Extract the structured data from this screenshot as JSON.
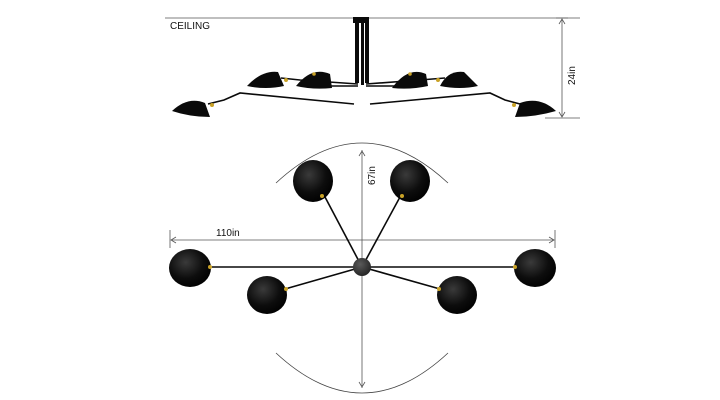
{
  "labels": {
    "ceiling": "CEILING",
    "height": "24in",
    "depth": "67in",
    "width": "110in"
  },
  "colors": {
    "fixture": "#0a0a0a",
    "brass": "#c9a227",
    "dimension_line": "#555555",
    "hub": "#3a3a3a"
  }
}
